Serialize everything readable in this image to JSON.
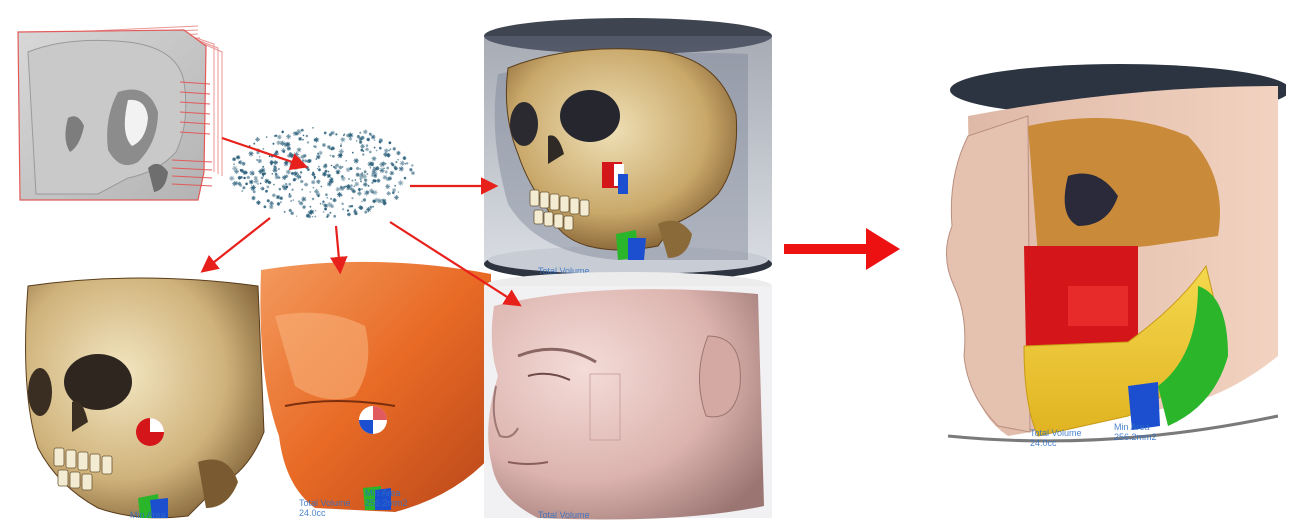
{
  "figure": {
    "overlay_labels": {
      "orange_volume": "Total Volume\n24.0cc",
      "orange_area": "Min Area\n256.2mm2",
      "skull_area": "Min Area",
      "head_readout": "Total Volume",
      "composite_volume": "Total Volume\n24.0cc",
      "composite_area": "Min Area\n256.2mm2"
    },
    "colors": {
      "arrow": "#e8201c",
      "big_arrow": "#ee1111",
      "point_cloud": "#2a5f7a",
      "bone": "#d9c9a0",
      "bone_shadow": "#7a5a30",
      "orange_tissue": "#e86a25",
      "skin": "#e6c4c0",
      "glass": "#8a94a6",
      "mandible": "#f0cc3a",
      "airway_red": "#d4161a",
      "segment_green": "#2bb52b",
      "segment_blue": "#1b4fd0",
      "readout_text": "#2f6fc4"
    },
    "panels": [
      {
        "id": "ct-slice-stack",
        "icon": "ct-slice-icon"
      },
      {
        "id": "point-cloud",
        "icon": "point-cloud-icon"
      },
      {
        "id": "skull-in-glass",
        "icon": "skull-icon"
      },
      {
        "id": "bone-render",
        "icon": "skull-icon"
      },
      {
        "id": "soft-tissue-render",
        "icon": "tissue-icon"
      },
      {
        "id": "face-surface",
        "icon": "head-icon"
      },
      {
        "id": "segmented-composite",
        "icon": "composite-icon"
      }
    ]
  }
}
